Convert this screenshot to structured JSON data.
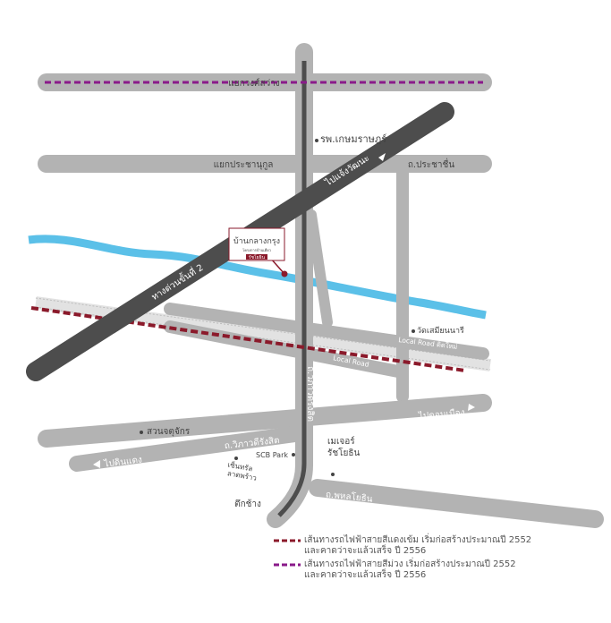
{
  "colors": {
    "road": "#b3b3b3",
    "expressway": "#4d4d4d",
    "canal": "#5bc0e8",
    "red_line": "#8b1a2b",
    "purple_line": "#8a1a8a",
    "rail": "#e2e2e2",
    "label": "#444444"
  },
  "roads": {
    "top": "แยกวงศ์สว่าง",
    "pracha_label": "แยกประชานุกูล",
    "pracha_chuen": "ถ.ประชาชื่น",
    "hospital": "รพ.เกษมราษฎร์",
    "expressway": "ทางด่วนขั้นที่ 2",
    "to_chaengwattana": "ไปแจ้งวัฒนะ",
    "wat": "วัดเสมียนนารี",
    "local_road_1": "Local Road ติดใหม่",
    "local_road_2": "Local Road",
    "wiphawadi": "ถ.วิภาวดีรังสิต",
    "to_donmueang": "ไปดอนเมือง",
    "suan": "สวนจตุจักร",
    "to_dindaeng": "ไปดินแดง",
    "scb": "SCB Park",
    "major": [
      "เมเจอร์",
      "รัชโยธิน"
    ],
    "central": [
      "เซ็นทรัล",
      "ลาดพร้าว"
    ],
    "phahon": "ถ.พหลโยธิน",
    "tuk": "ตึกช้าง"
  },
  "project": {
    "name": "บ้านกลางกรุง",
    "sub": "โครงการบ้านเดี่ยว",
    "tag": "รัชโยธิน"
  },
  "legend": [
    {
      "line1": "เส้นทางรถไฟฟ้าสายสีแดงเข้ม เริ่มก่อสร้างประมาณปี 2552",
      "line2": "และคาดว่าจะแล้วเสร็จ ปี 2556",
      "color": "#8b1a2b"
    },
    {
      "line1": "เส้นทางรถไฟฟ้าสายสีม่วง เริ่มก่อสร้างประมาณปี 2552",
      "line2": "และคาดว่าจะแล้วเสร็จ ปี 2556",
      "color": "#8a1a8a"
    }
  ]
}
